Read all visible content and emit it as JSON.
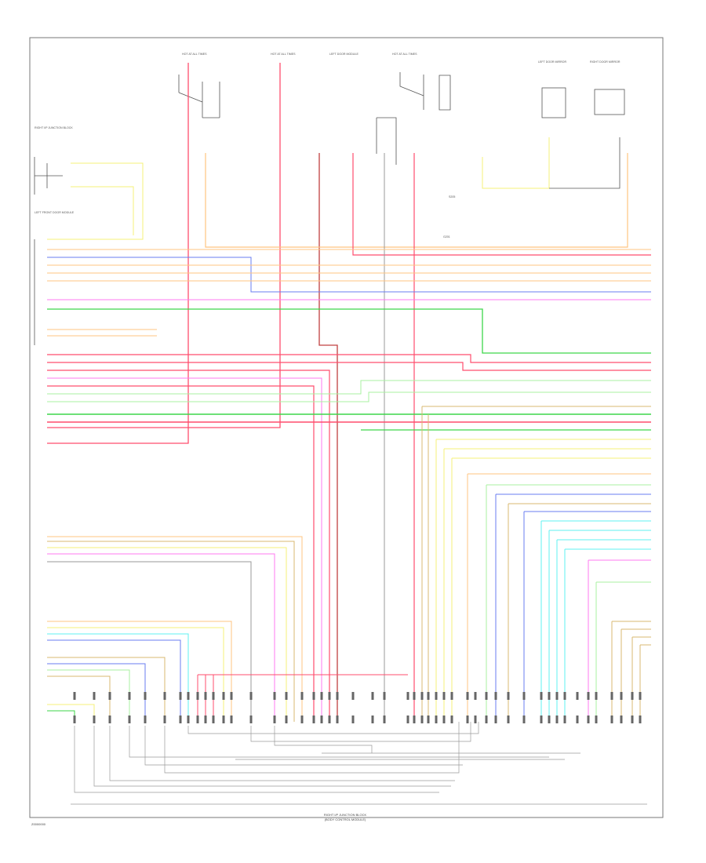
{
  "diagram": {
    "figure_id": "Z0000000",
    "caption_line1": "RIGHT I/P JUNCTION BLOCK",
    "caption_line2": "(BODY CONTROL MODULE)",
    "fuse_labels": [
      "HOT AT ALL TIMES",
      "HOT AT ALL TIMES",
      "LEFT DOOR MODULE",
      "HOT AT ALL TIMES"
    ],
    "component_labels": {
      "left_top_block": "RIGHT I/P JUNCTION BLOCK",
      "left_mid_block": "LEFT FRONT DOOR MODULE",
      "top_right_1": "LEFT DOOR MIRROR",
      "top_right_2": "RIGHT DOOR MIRROR",
      "splice": "S205",
      "ground": "G201"
    },
    "wire_colors": {
      "pink": "#ff4d6d",
      "orange": "#ffc480",
      "yellow": "#f5f07a",
      "green": "#3dd64a",
      "blue": "#6a7cf0",
      "violet": "#ff7af0",
      "gray": "#9a9a9a",
      "tan": "#d8b870",
      "cyan": "#5ff0f0",
      "light_green": "#a8f0a0",
      "brown_red": "#c04040",
      "dark": "#555555"
    }
  }
}
